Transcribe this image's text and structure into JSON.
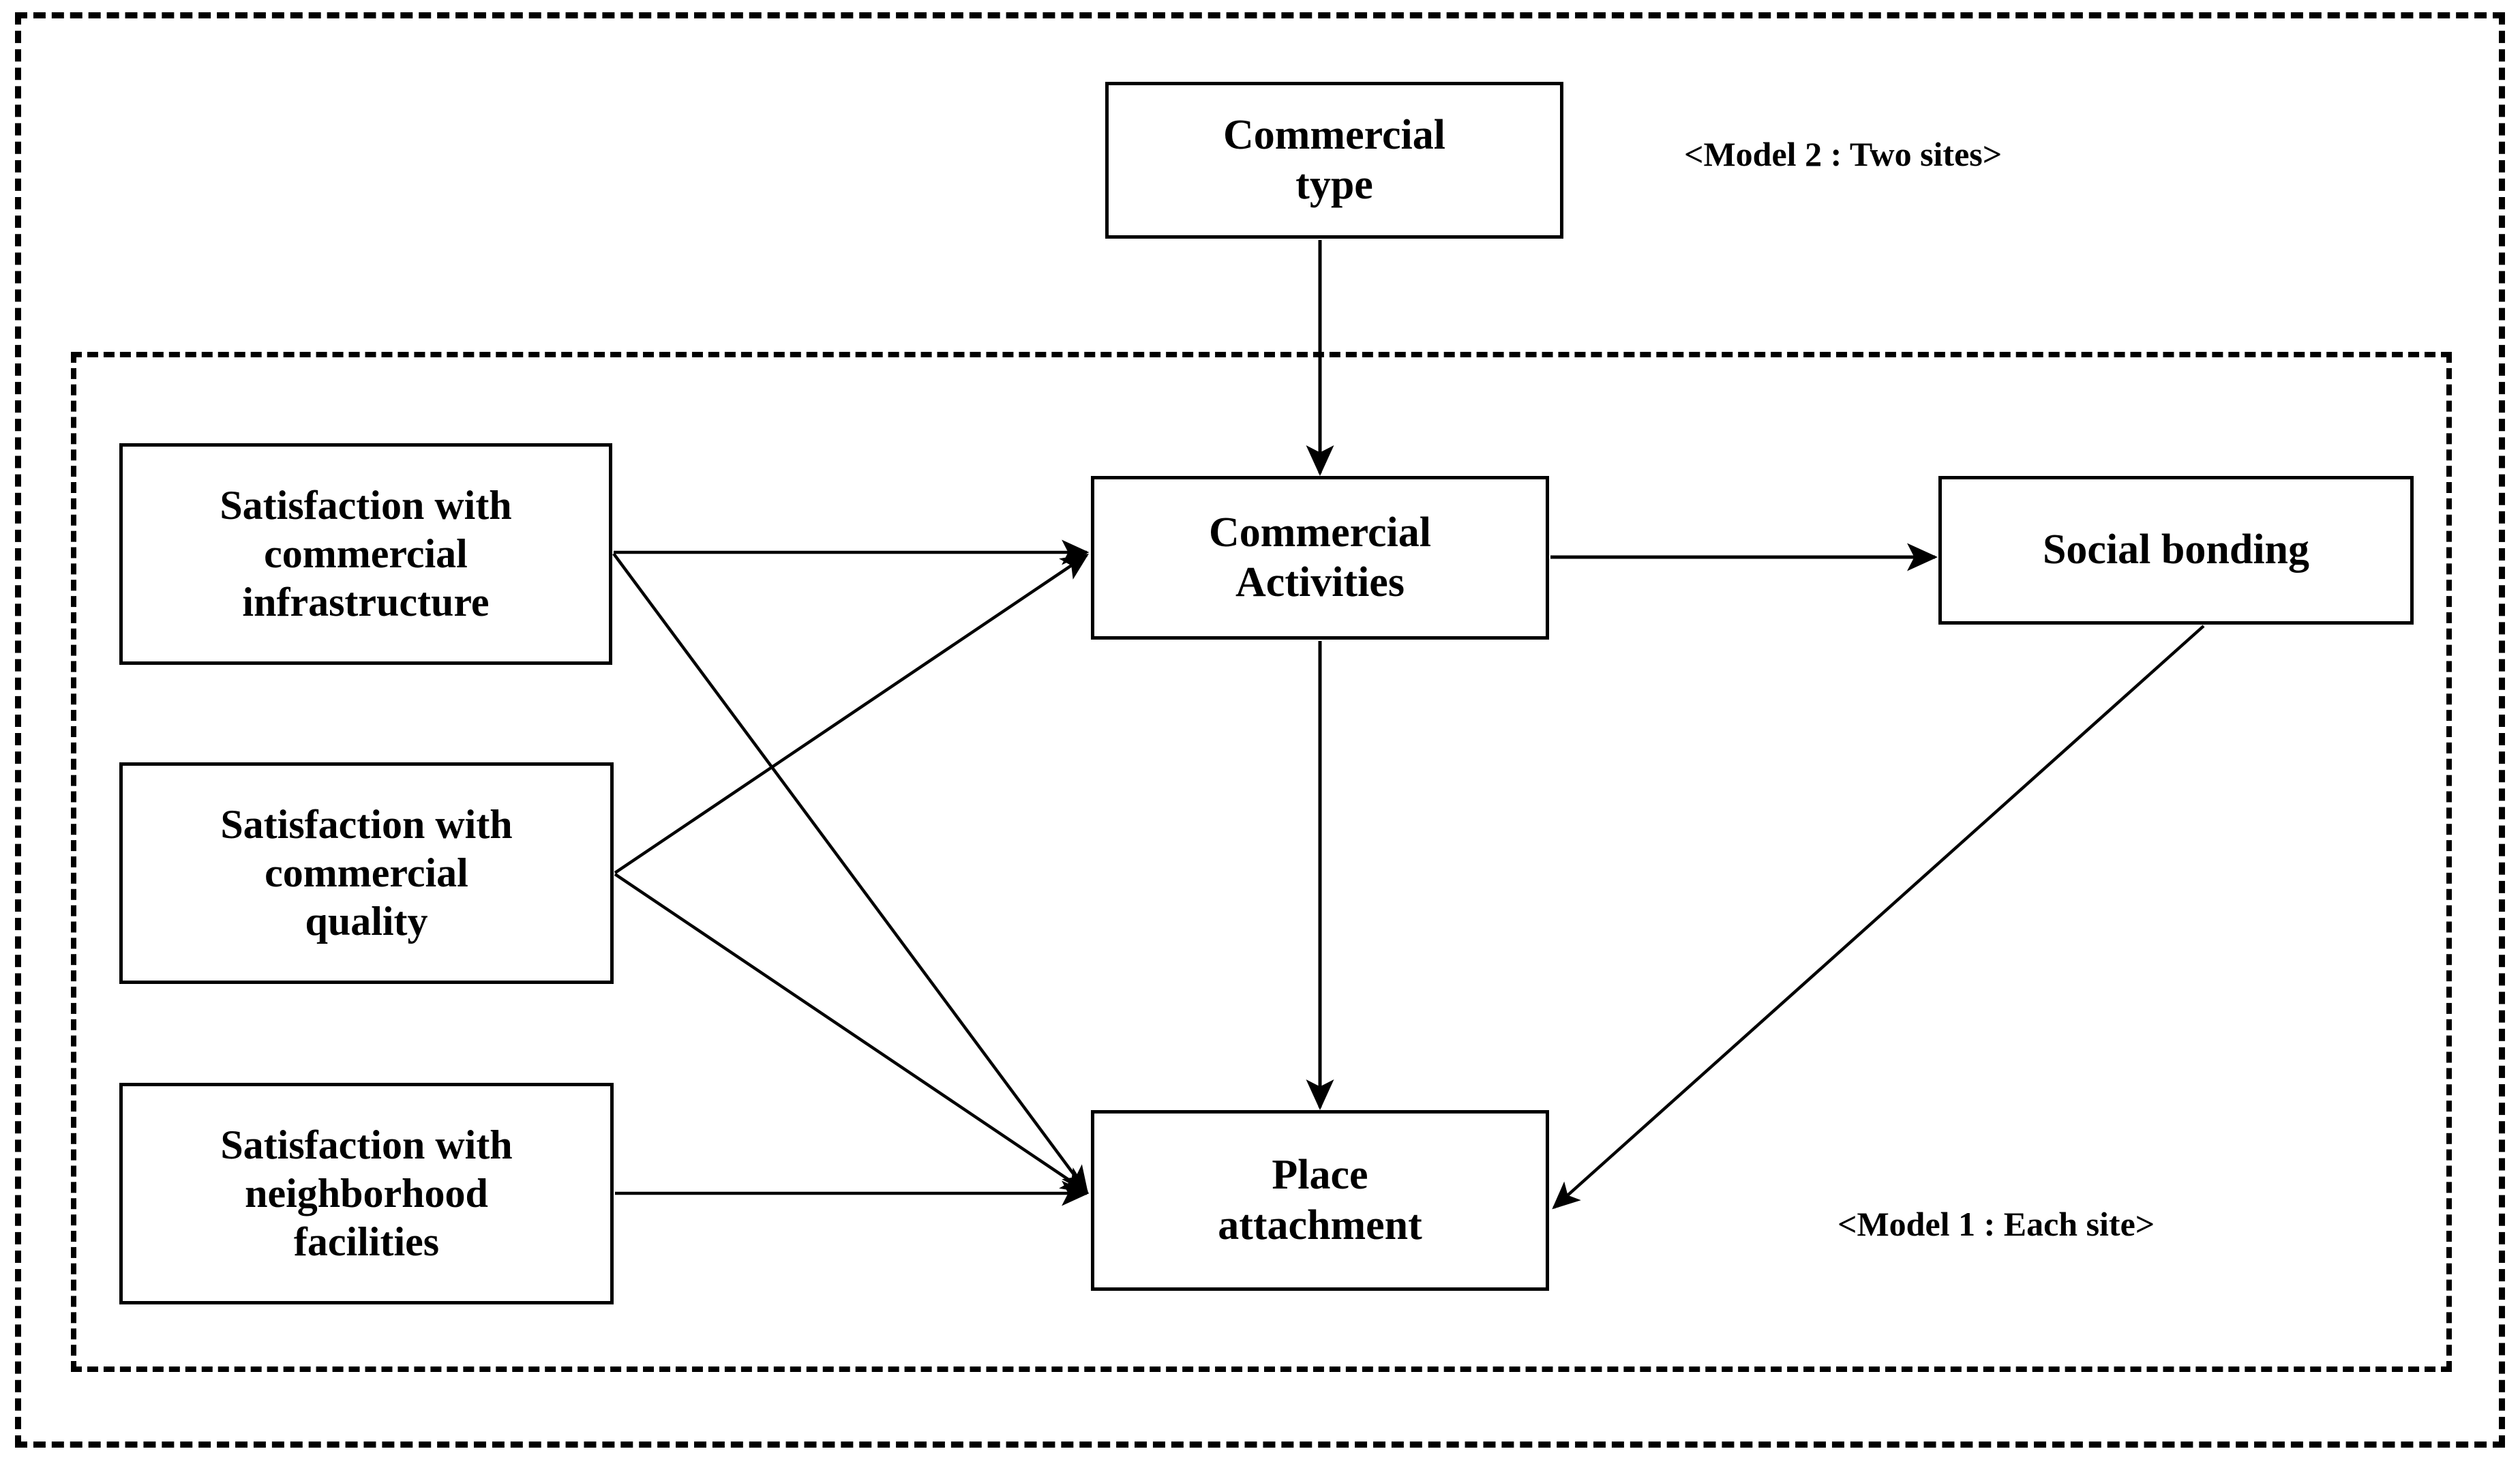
{
  "figure": {
    "type": "conceptual-path-diagram",
    "background_color": "#ffffff",
    "line_color": "#000000"
  },
  "frames": [
    {
      "id": "outer",
      "label": "<Model 2 : Two sites>",
      "style": "dashed"
    },
    {
      "id": "inner",
      "label": "<Model 1 : Each site>",
      "style": "dashed"
    }
  ],
  "captions": {
    "model2": "<Model 2 : Two sites>",
    "model1": "<Model 1 : Each site>"
  },
  "nodes": {
    "commercial_type": "Commercial\ntype",
    "sat_infrastructure": "Satisfaction with\ncommercial\ninfrastructure",
    "sat_quality": "Satisfaction with\ncommercial\nquality",
    "sat_neighborhood": "Satisfaction with\nneighborhood\nfacilities",
    "commercial_activities": "Commercial\nActivities",
    "social_bonding": "Social bonding",
    "place_attachment": "Place\nattachment"
  },
  "edges": [
    {
      "from": "commercial_type",
      "to": "commercial_activities",
      "arrow": "down"
    },
    {
      "from": "sat_infrastructure",
      "to": "commercial_activities",
      "arrow": "right"
    },
    {
      "from": "sat_infrastructure",
      "to": "place_attachment",
      "arrow": "right-down"
    },
    {
      "from": "sat_quality",
      "to": "commercial_activities",
      "arrow": "right-up"
    },
    {
      "from": "sat_quality",
      "to": "place_attachment",
      "arrow": "right-down"
    },
    {
      "from": "sat_neighborhood",
      "to": "place_attachment",
      "arrow": "right"
    },
    {
      "from": "commercial_activities",
      "to": "social_bonding",
      "arrow": "right"
    },
    {
      "from": "commercial_activities",
      "to": "place_attachment",
      "arrow": "down"
    },
    {
      "from": "social_bonding",
      "to": "place_attachment",
      "arrow": "left-down"
    }
  ]
}
